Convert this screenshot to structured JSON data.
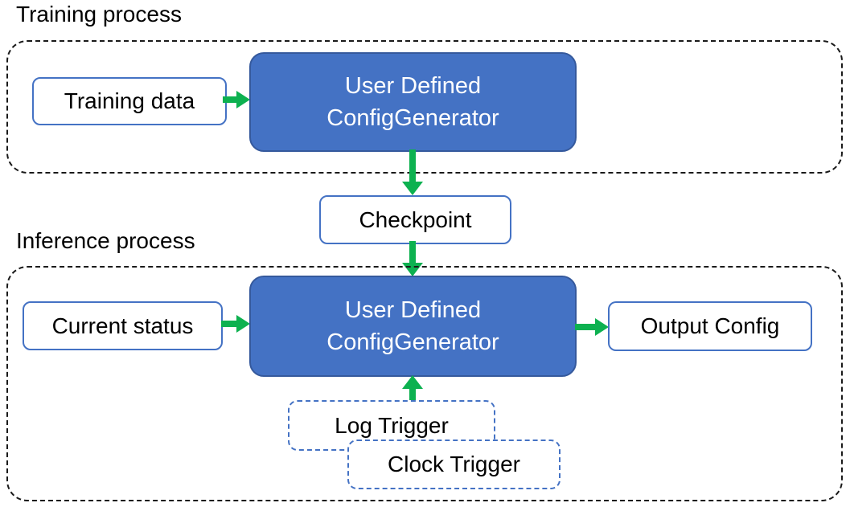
{
  "diagram": {
    "training": {
      "title": "Training process",
      "training_data_label": "Training data",
      "generator_line1": "User Defined",
      "generator_line2": "ConfigGenerator"
    },
    "checkpoint_label": "Checkpoint",
    "inference": {
      "title": "Inference process",
      "current_status_label": "Current status",
      "generator_line1": "User Defined",
      "generator_line2": "ConfigGenerator",
      "output_config_label": "Output Config",
      "log_trigger_label": "Log Trigger",
      "clock_trigger_label": "Clock Trigger"
    }
  },
  "colors": {
    "accent_blue": "#4472C4",
    "accent_blue_dark": "#35599C",
    "arrow_green": "#0DB150",
    "border_black": "#1A1A1A"
  }
}
